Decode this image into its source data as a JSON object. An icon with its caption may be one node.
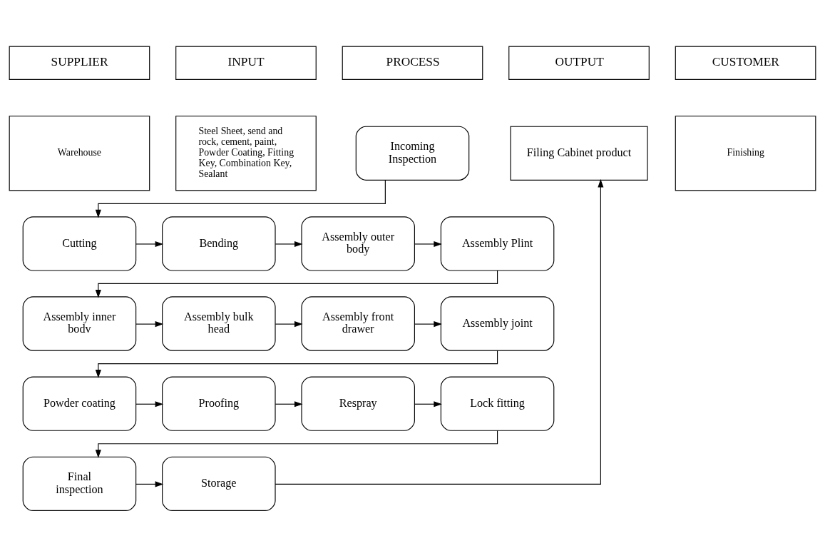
{
  "diagram": {
    "nodes": [
      {
        "text": [
          "Incoming Inspection"
        ]
      },
      {
        "text": [
          "Filing Cabinet product"
        ]
      },
      {
        "text": [
          "Cutting"
        ]
      },
      {
        "text": [
          "Bending"
        ]
      },
      {
        "text": [
          "Assembly outer body"
        ]
      },
      {
        "text": [
          "Assembly Plint"
        ]
      },
      {
        "text": [
          "Assembly inner bodv"
        ]
      },
      {
        "text": [
          "Assembly bulk head"
        ]
      },
      {
        "text": [
          "Assembly front drawer"
        ]
      },
      {
        "text": [
          "Assembly joint"
        ]
      },
      {
        "text": [
          "Powder coating"
        ]
      },
      {
        "text": [
          "Proofing"
        ]
      },
      {
        "text": [
          "Respray"
        ]
      },
      {
        "text": [
          "Lock fitting"
        ]
      },
      {
        "text": [
          "Final inspection"
        ]
      },
      {
        "text": [
          "Storage"
        ]
      }
    ],
    "edges": [
      {
        "from": 0,
        "to": 2,
        "arrow": "to"
      },
      {
        "from": 2,
        "to": 3,
        "arrow": "to"
      },
      {
        "from": 3,
        "to": 4,
        "arrow": "to"
      },
      {
        "from": 4,
        "to": 5,
        "arrow": "to"
      },
      {
        "from": 5,
        "to": 6,
        "arrow": "to"
      },
      {
        "from": 6,
        "to": 7,
        "arrow": "to"
      },
      {
        "from": 7,
        "to": 8,
        "arrow": "to"
      },
      {
        "from": 8,
        "to": 9,
        "arrow": "to"
      },
      {
        "from": 9,
        "to": 10,
        "arrow": "to"
      },
      {
        "from": 10,
        "to": 11,
        "arrow": "to"
      },
      {
        "from": 11,
        "to": 12,
        "arrow": "to"
      },
      {
        "from": 12,
        "to": 13,
        "arrow": "to"
      },
      {
        "from": 13,
        "to": 14,
        "arrow": "to"
      },
      {
        "from": 14,
        "to": 15,
        "arrow": "to"
      },
      {
        "from": 15,
        "to": 1,
        "arrow": "to"
      }
    ],
    "labels": [
      "SUPPLIER",
      "INPUT",
      "PROCESS",
      "OUTPUT",
      "CUSTOMER",
      "Warehouse",
      "Steel Sheet, send and rock, cement, paint, Powder Coating, Fitting Key, Combination Key, Sealant",
      "Finishing"
    ]
  }
}
